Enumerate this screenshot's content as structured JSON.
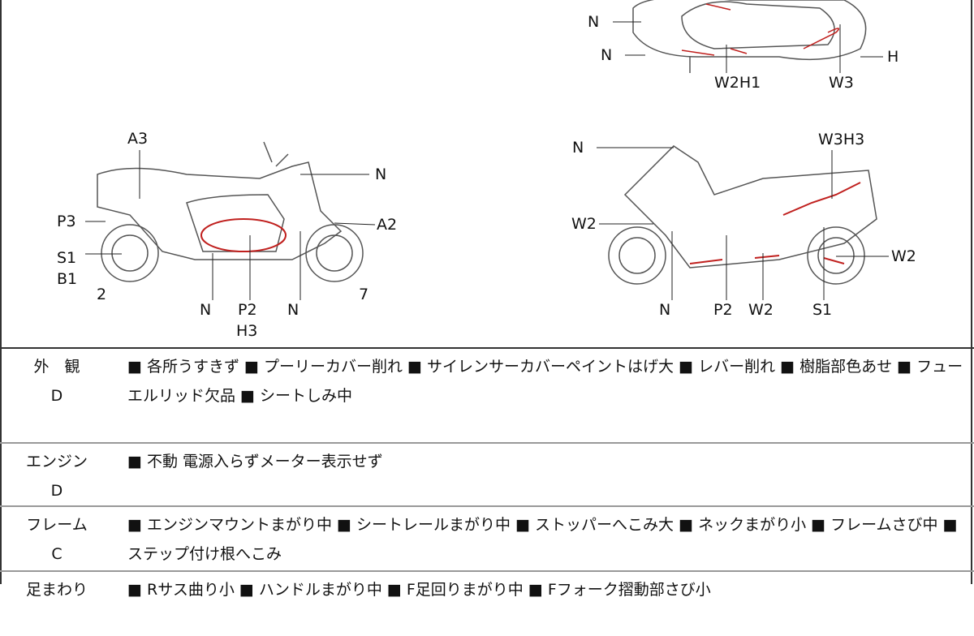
{
  "top_diagram": {
    "labels": [
      "N",
      "N",
      "W2H1",
      "W3",
      "H"
    ]
  },
  "left_diagram": {
    "labels": [
      "A3",
      "N",
      "P3",
      "A2",
      "S1",
      "B1",
      "2",
      "7",
      "N",
      "P2",
      "H3",
      "N"
    ]
  },
  "right_diagram": {
    "labels": [
      "N",
      "W3H3",
      "W2",
      "W2",
      "N",
      "P2",
      "W2",
      "S1"
    ]
  },
  "rows": [
    {
      "category": "外　観",
      "grade": "D",
      "text": "■ 各所うすきず ■ プーリーカバー削れ ■ サイレンサーカバーペイントはげ大 ■ レバー削れ ■ 樹脂部色あせ ■ フューエルリッド欠品 ■ シートしみ中"
    },
    {
      "category": "エンジン",
      "grade": "D",
      "text": "■ 不動 電源入らずメーター表示せず"
    },
    {
      "category": "フレーム",
      "grade": "C",
      "text": "■ エンジンマウントまがり中 ■ シートレールまがり中 ■ ストッパーへこみ大 ■ ネックまがり小 ■ フレームさび中 ■ ステップ付け根へこみ"
    },
    {
      "category": "足まわり",
      "grade": "",
      "text": "■ Rサス曲り小 ■ ハンドルまがり中 ■ F足回りまがり中 ■ Fフォーク摺動部さび小"
    }
  ],
  "colors": {
    "damage": "#c0201e"
  }
}
